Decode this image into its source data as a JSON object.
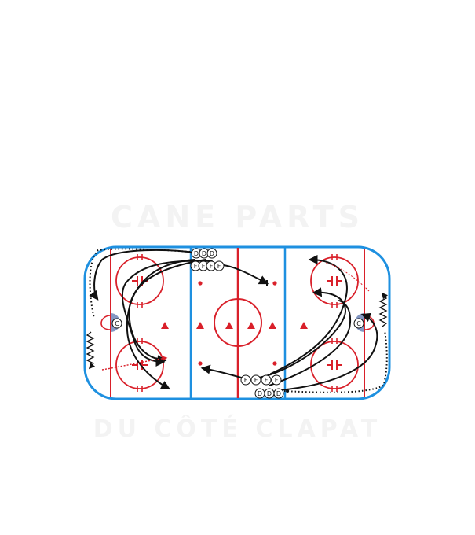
{
  "watermark": {
    "line1": "CANE PARTS",
    "line2": "DU CÔTÉ CLAPAT"
  },
  "colors": {
    "board": "#1e90e0",
    "red": "#d9202a",
    "blue_line": "#1e90e0",
    "path": "#111111",
    "coach_marker": "#6f86b8"
  },
  "players": {
    "coach_left": "C",
    "coach_right": "C",
    "d_top": [
      "D",
      "D",
      "D"
    ],
    "f_top": [
      "F",
      "F",
      "F",
      "F"
    ],
    "f_bottom": [
      "F",
      "F",
      "F",
      "F"
    ],
    "d_bottom": [
      "D",
      "D",
      "D"
    ]
  },
  "icons": [
    "pylon-icon",
    "puck-icon",
    "net-icon"
  ]
}
